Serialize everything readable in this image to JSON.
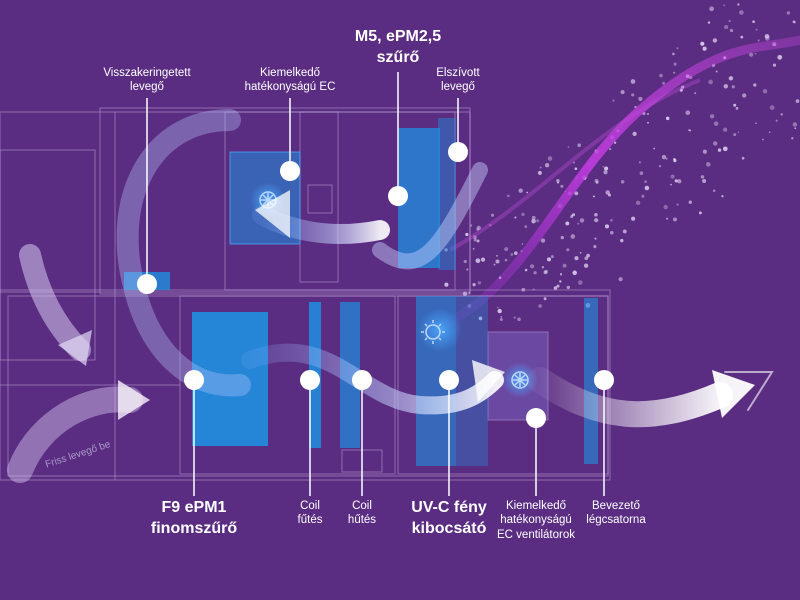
{
  "labels": {
    "recirculated_air": [
      "Visszakeringetett",
      "levegő"
    ],
    "ec_fan_top": [
      "Kiemelkedő",
      "hatékonyságú EC"
    ],
    "m5_filter": [
      "M5, ePM2,5",
      "szűrő"
    ],
    "exhaust_air": [
      "Elszívott",
      "levegő"
    ],
    "f9_filter": [
      "F9 ePM1",
      "finomszűrő"
    ],
    "coil_heating": [
      "Coil",
      "fűtés"
    ],
    "coil_cooling": [
      "Coil",
      "hűtés"
    ],
    "uvc_emitter": [
      "UV-C fény",
      "kibocsátó"
    ],
    "ec_fans_bottom": [
      "Kiemelkedő",
      "hatékonyságú",
      "EC ventilátorok"
    ],
    "supply_duct": [
      "Bevezető",
      "légcsatorna"
    ],
    "fresh_air_in": "Friss levegő be"
  },
  "colors": {
    "background": "#5b2d82",
    "filter_blue": "#1f8fe0",
    "outline": "#c9b8e6",
    "swirl": "#cfd8ff",
    "magenta": "#b43cd4"
  },
  "icons": [
    "fan-icon",
    "uv-lamp-icon",
    "callout-dot"
  ]
}
